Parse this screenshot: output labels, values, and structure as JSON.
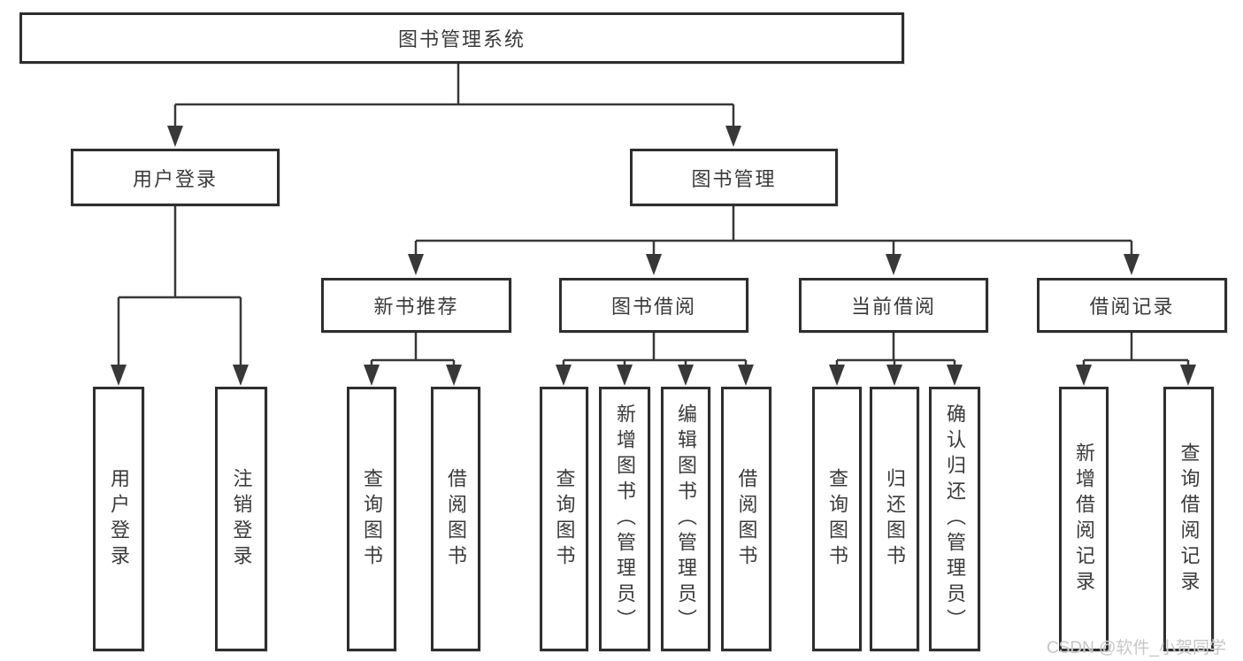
{
  "watermark": "CSDN @软件_小贺同学",
  "colors": {
    "line": "#383838",
    "box_border": "#2e2e2e",
    "box_fill": "#ffffff",
    "text": "#3a3a3a",
    "watermark": "#c6c6c6",
    "background": "#ffffff"
  },
  "tree": {
    "label": "图书管理系统",
    "children": [
      {
        "label": "用户登录",
        "children": [
          {
            "label": "用户登录"
          },
          {
            "label": "注销登录"
          }
        ]
      },
      {
        "label": "图书管理",
        "children": [
          {
            "label": "新书推荐",
            "children": [
              {
                "label": "查询图书"
              },
              {
                "label": "借阅图书"
              }
            ]
          },
          {
            "label": "图书借阅",
            "children": [
              {
                "label": "查询图书"
              },
              {
                "label": "新增图书（管理员）"
              },
              {
                "label": "编辑图书（管理员）"
              },
              {
                "label": "借阅图书"
              }
            ]
          },
          {
            "label": "当前借阅",
            "children": [
              {
                "label": "查询图书"
              },
              {
                "label": "归还图书"
              },
              {
                "label": "确认归还（管理员）"
              }
            ]
          },
          {
            "label": "借阅记录",
            "children": [
              {
                "label": "新增借阅记录"
              },
              {
                "label": "查询借阅记录"
              }
            ]
          }
        ]
      }
    ]
  }
}
